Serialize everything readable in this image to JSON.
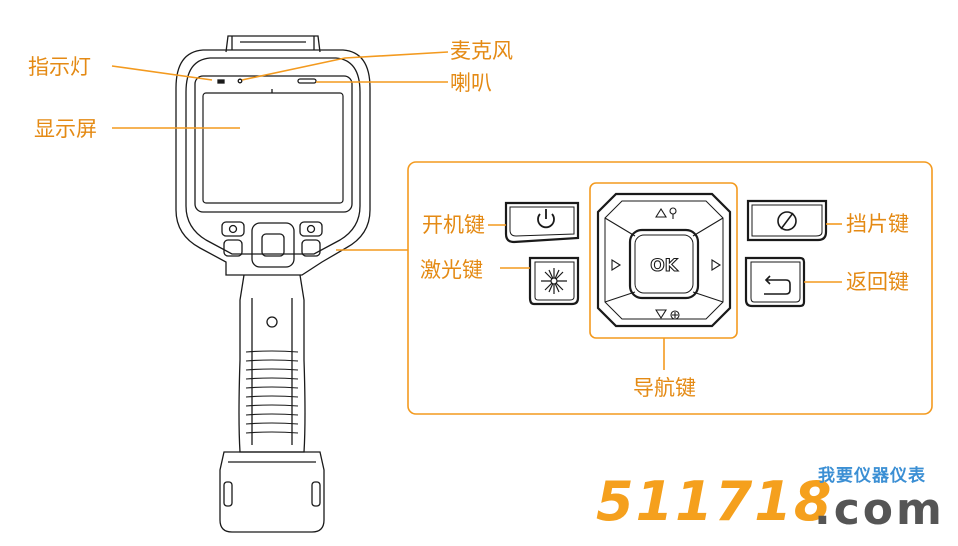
{
  "colors": {
    "accent": "#f39a1f",
    "outline": "#1a1a1a",
    "label_text": "#e48a14",
    "watermark_number": "#f5a01d",
    "watermark_text": "#555555",
    "watermark_cn": "#3b8fd4"
  },
  "labels": {
    "indicator_light": "指示灯",
    "microphone": "麦克风",
    "speaker": "喇叭",
    "display_screen": "显示屏",
    "power_key": "开机键",
    "laser_key": "激光键",
    "shutter_key": "挡片键",
    "back_key": "返回键",
    "nav_key": "导航键"
  },
  "keypad": {
    "ok_label": "OK",
    "icons": {
      "power": "power-icon",
      "laser": "laser-icon",
      "shutter": "shutter-icon",
      "back": "back-arrow-icon",
      "up": "triangle-up-icon",
      "down": "triangle-down-icon",
      "left": "triangle-left-icon",
      "right": "triangle-right-icon",
      "up_extra": "laser-pointer-icon",
      "down_extra": "zoom-icon"
    }
  },
  "watermark": {
    "number": "511718",
    "cn_text": "我要仪器仪表",
    "domain": ".com"
  }
}
